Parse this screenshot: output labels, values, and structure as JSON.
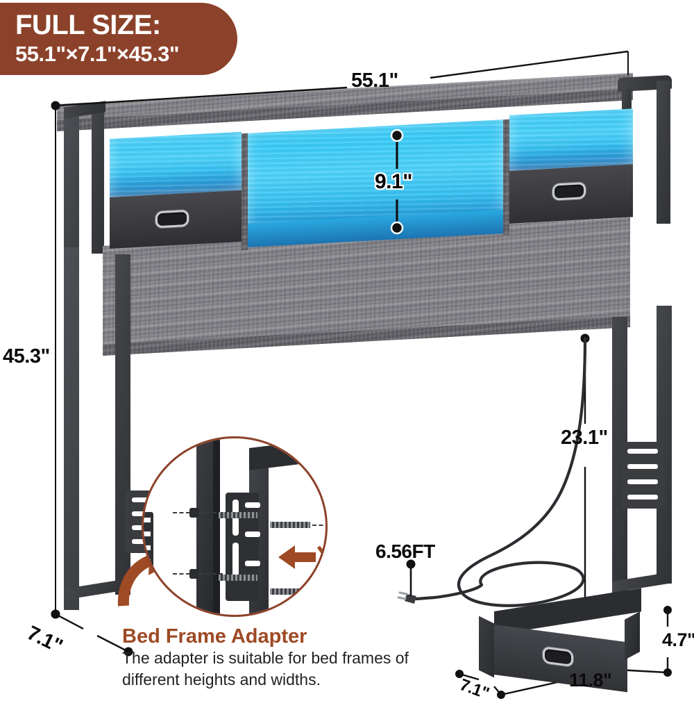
{
  "banner": {
    "title": "FULL SIZE:",
    "dimensions": "55.1\"×7.1\"×45.3\"",
    "color": "#8c422a"
  },
  "product": {
    "name": "led-storage-headboard",
    "wood_color": "#82828a",
    "metal_color": "#3a3c40",
    "led_color": "#3fcbf8",
    "drawer_color": "#3a3a3f",
    "handle_color": "#c9ccd1"
  },
  "dimensions": {
    "width": "55.1\"",
    "height": "45.3\"",
    "depth": "7.1\"",
    "shelf_opening": "9.1\"",
    "leg_clearance": "23.1\"",
    "cord_length": "6.56FT"
  },
  "detail": {
    "callout_title": "Bed Frame Adapter",
    "callout_body": "The adapter is suitable for bed frames of different heights and widths.",
    "accent_color": "#9e4a25"
  },
  "storage_box": {
    "label": "storage-bin",
    "width": "11.8\"",
    "depth": "7.1\"",
    "height": "4.7\""
  }
}
